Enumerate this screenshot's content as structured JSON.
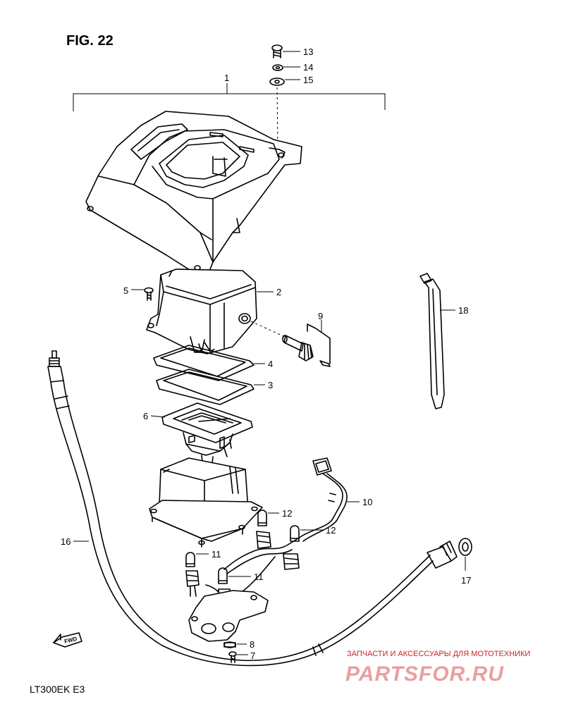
{
  "figure": {
    "title": "FIG. 22",
    "model_code": "LT300EK E3"
  },
  "part_labels": [
    "1",
    "2",
    "3",
    "4",
    "5",
    "6",
    "7",
    "8",
    "9",
    "10",
    "11",
    "11",
    "12",
    "12",
    "13",
    "14",
    "15",
    "16",
    "17",
    "18"
  ],
  "fwd_badge": "FWD",
  "watermark": {
    "tagline": "ЗАПЧАСТИ И АКСЕССУАРЫ ДЛЯ МОТОТЕХНИКИ",
    "brand": "PARTSFOR.RU",
    "color": "#c22626"
  }
}
